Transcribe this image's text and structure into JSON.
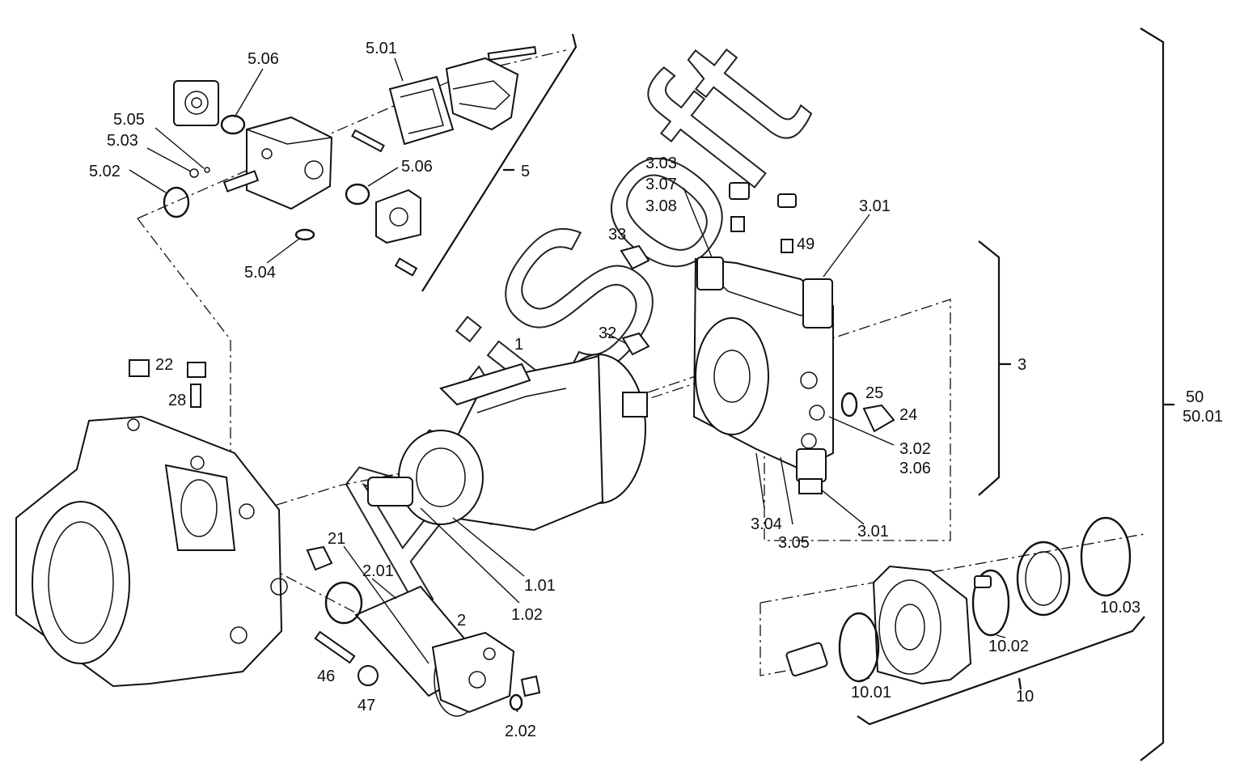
{
  "watermark": "AviSoft",
  "labels": {
    "p5_01": "5.01",
    "p5_06a": "5.06",
    "p5_05": "5.05",
    "p5_03": "5.03",
    "p5_02": "5.02",
    "p5_06b": "5.06",
    "p5_04": "5.04",
    "p5": "5",
    "p3_03": "3.03",
    "p3_07": "3.07",
    "p3_08": "3.08",
    "p3_01a": "3.01",
    "p49": "49",
    "p33": "33",
    "p32": "32",
    "p3": "3",
    "p25": "25",
    "p24": "24",
    "p3_02": "3.02",
    "p3_06": "3.06",
    "p3_04": "3.04",
    "p3_05": "3.05",
    "p3_01b": "3.01",
    "p1": "1",
    "p1_01": "1.01",
    "p1_02": "1.02",
    "p22": "22",
    "p28": "28",
    "p21": "21",
    "p2_01": "2.01",
    "p2": "2",
    "p46": "46",
    "p47": "47",
    "p2_02": "2.02",
    "p50": "50",
    "p50_01": "50.01",
    "p10_03": "10.03",
    "p10_02": "10.02",
    "p10_01": "10.01",
    "p10": "10"
  }
}
